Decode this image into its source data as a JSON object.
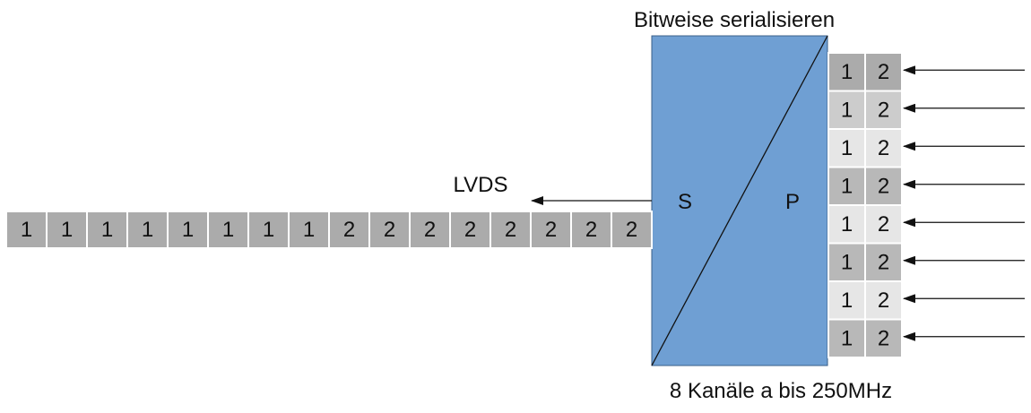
{
  "title": "Bitweise serialisieren",
  "footer": "8 Kanäle a bis 250MHz",
  "output_label": "LVDS",
  "converter": {
    "serial_label": "S",
    "parallel_label": "P",
    "fill_color": "#6f9fd3"
  },
  "serial_stream": [
    "1",
    "1",
    "1",
    "1",
    "1",
    "1",
    "1",
    "1",
    "2",
    "2",
    "2",
    "2",
    "2",
    "2",
    "2",
    "2"
  ],
  "serial_cell_color": "#ababab",
  "channels": [
    {
      "bits": [
        "1",
        "2"
      ],
      "shade": "#ababab"
    },
    {
      "bits": [
        "1",
        "2"
      ],
      "shade": "#cccccc"
    },
    {
      "bits": [
        "1",
        "2"
      ],
      "shade": "#e6e6e6"
    },
    {
      "bits": [
        "1",
        "2"
      ],
      "shade": "#b8b8b8"
    },
    {
      "bits": [
        "1",
        "2"
      ],
      "shade": "#e6e6e6"
    },
    {
      "bits": [
        "1",
        "2"
      ],
      "shade": "#b8b8b8"
    },
    {
      "bits": [
        "1",
        "2"
      ],
      "shade": "#e6e6e6"
    },
    {
      "bits": [
        "1",
        "2"
      ],
      "shade": "#b8b8b8"
    }
  ]
}
